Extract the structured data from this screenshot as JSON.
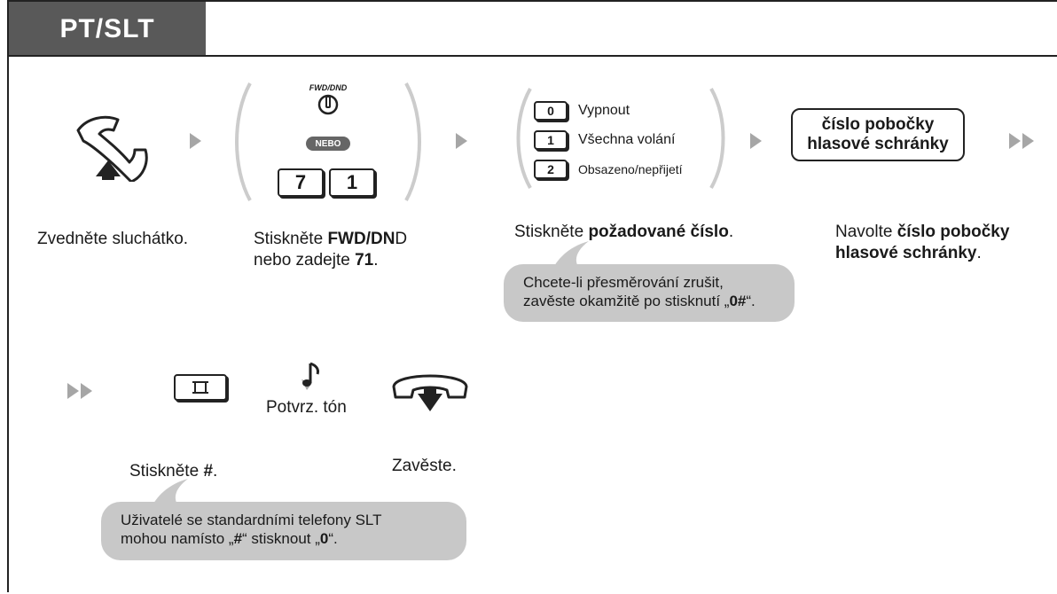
{
  "header": {
    "tab_label": "PT/SLT"
  },
  "step1": {
    "caption": "Zvedněte sluchátko."
  },
  "step2": {
    "fwd_dnd_label": "FWD/DND",
    "nebo_badge": "NEBO",
    "keys": [
      "7",
      "1"
    ],
    "caption_prefix": "Stiskněte ",
    "caption_bold": "FWD/DN",
    "caption_suffix": "D",
    "caption_line2_prefix": "nebo zadejte ",
    "caption_line2_bold": "71",
    "caption_line2_suffix": "."
  },
  "step3": {
    "options": [
      {
        "key": "0",
        "label": "Vypnout"
      },
      {
        "key": "1",
        "label": "Všechna volání"
      },
      {
        "key": "2",
        "label": "Obsazeno/nepřijetí"
      }
    ],
    "caption_prefix": "Stiskněte ",
    "caption_bold": "požadované číslo",
    "caption_suffix": ".",
    "bubble_line1": "Chcete-li přesměrování zrušit,",
    "bubble_line2_prefix": "zavěste okamžitě po stisknutí „",
    "bubble_line2_bold": "0#",
    "bubble_line2_suffix": "“."
  },
  "step4": {
    "box_line1": "číslo pobočky",
    "box_line2": "hlasové schránky",
    "caption_prefix": "Navolte ",
    "caption_bold_1": "číslo pobočky",
    "caption_bold_2": "hlasové schránky",
    "caption_suffix": "."
  },
  "step5": {
    "caption_prefix": "Stiskněte ",
    "caption_bold": "#",
    "caption_suffix": ".",
    "bubble_line1": "Uživatelé se standardními telefony SLT",
    "bubble_line2_prefix": "mohou namísto „",
    "bubble_line2_bold_1": "#",
    "bubble_line2_mid": "“ stisknout „",
    "bubble_line2_bold_2": "0",
    "bubble_line2_suffix": "“."
  },
  "step6": {
    "tone_label": "Potvrz. tón"
  },
  "step7": {
    "caption": "Zavěste."
  },
  "colors": {
    "tab_bg": "#595959",
    "bubble_bg": "#c8c8c8",
    "arrow": "#a6a6a6",
    "bracket": "#cccccc"
  }
}
